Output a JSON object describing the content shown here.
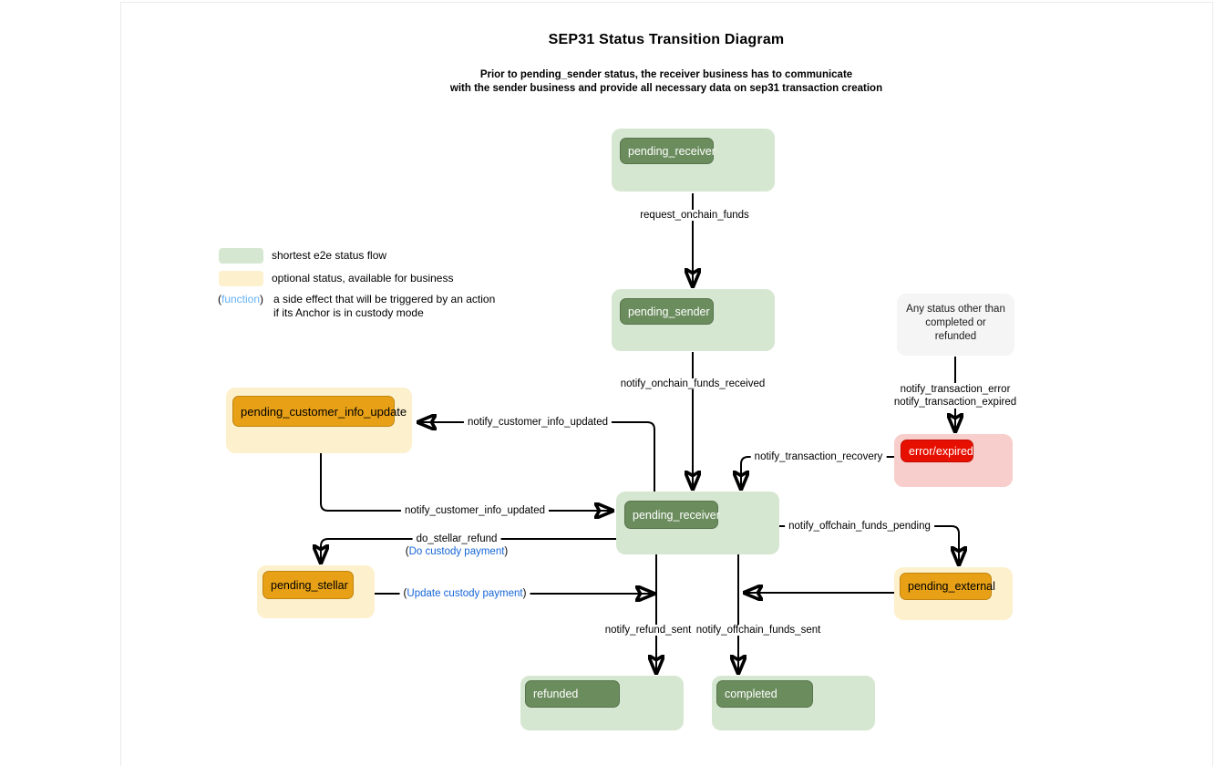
{
  "title": "SEP31 Status Transition Diagram",
  "subtitle_line1": "Prior to pending_sender status, the receiver business has to communicate",
  "subtitle_line2": "with the sender business and provide all necessary data on sep31 transaction creation",
  "punct": {
    "open": "(",
    "close": ")"
  },
  "legend": {
    "green_label": "shortest e2e status flow",
    "yellow_label": "optional status, available for business",
    "function_word": "function",
    "function_desc_line1": "a side effect that will be triggered by an action",
    "function_desc_line2": "if its Anchor is in custody mode"
  },
  "nodes": {
    "pending_receiver_top": {
      "label": "pending_receiver"
    },
    "pending_sender": {
      "label": "pending_sender"
    },
    "any_status": {
      "label": "Any status other than completed or refunded"
    },
    "error_expired": {
      "label": "error/expired"
    },
    "pending_customer_info_update": {
      "label": "pending_customer_info_update"
    },
    "pending_receiver_mid": {
      "label": "pending_receiver"
    },
    "pending_stellar": {
      "label": "pending_stellar"
    },
    "pending_external": {
      "label": "pending_external"
    },
    "refunded": {
      "label": "refunded"
    },
    "completed": {
      "label": "completed"
    }
  },
  "edges": {
    "request_onchain_funds": {
      "label": "request_onchain_funds"
    },
    "notify_onchain_funds_received": {
      "label": "notify_onchain_funds_received"
    },
    "notify_transaction_error": {
      "label": "notify_transaction_error"
    },
    "notify_transaction_expired": {
      "label": "notify_transaction_expired"
    },
    "notify_transaction_recovery": {
      "label": "notify_transaction_recovery"
    },
    "notify_customer_info_updated_top": {
      "label": "notify_customer_info_updated"
    },
    "notify_customer_info_updated_bottom": {
      "label": "notify_customer_info_updated"
    },
    "do_stellar_refund": {
      "label": "do_stellar_refund",
      "side_effect": "Do custody payment"
    },
    "update_custody_payment": {
      "side_effect": "Update custody payment"
    },
    "notify_offchain_funds_pending": {
      "label": "notify_offchain_funds_pending"
    },
    "notify_refund_sent": {
      "label": "notify_refund_sent"
    },
    "notify_offchain_funds_sent": {
      "label": "notify_offchain_funds_sent"
    }
  },
  "colors": {
    "shortest_flow_fill": "#d6e7d1",
    "shortest_flow_badge": "#6b8d5e",
    "optional_fill": "#fcf0cd",
    "optional_badge": "#e8a117",
    "error_fill": "#f7cecb",
    "error_badge": "#e60f00",
    "any_status_fill": "#f5f5f5",
    "side_effect_blue": "#1565d8",
    "function_blue": "#64b1f4",
    "edge_color": "#000000"
  }
}
